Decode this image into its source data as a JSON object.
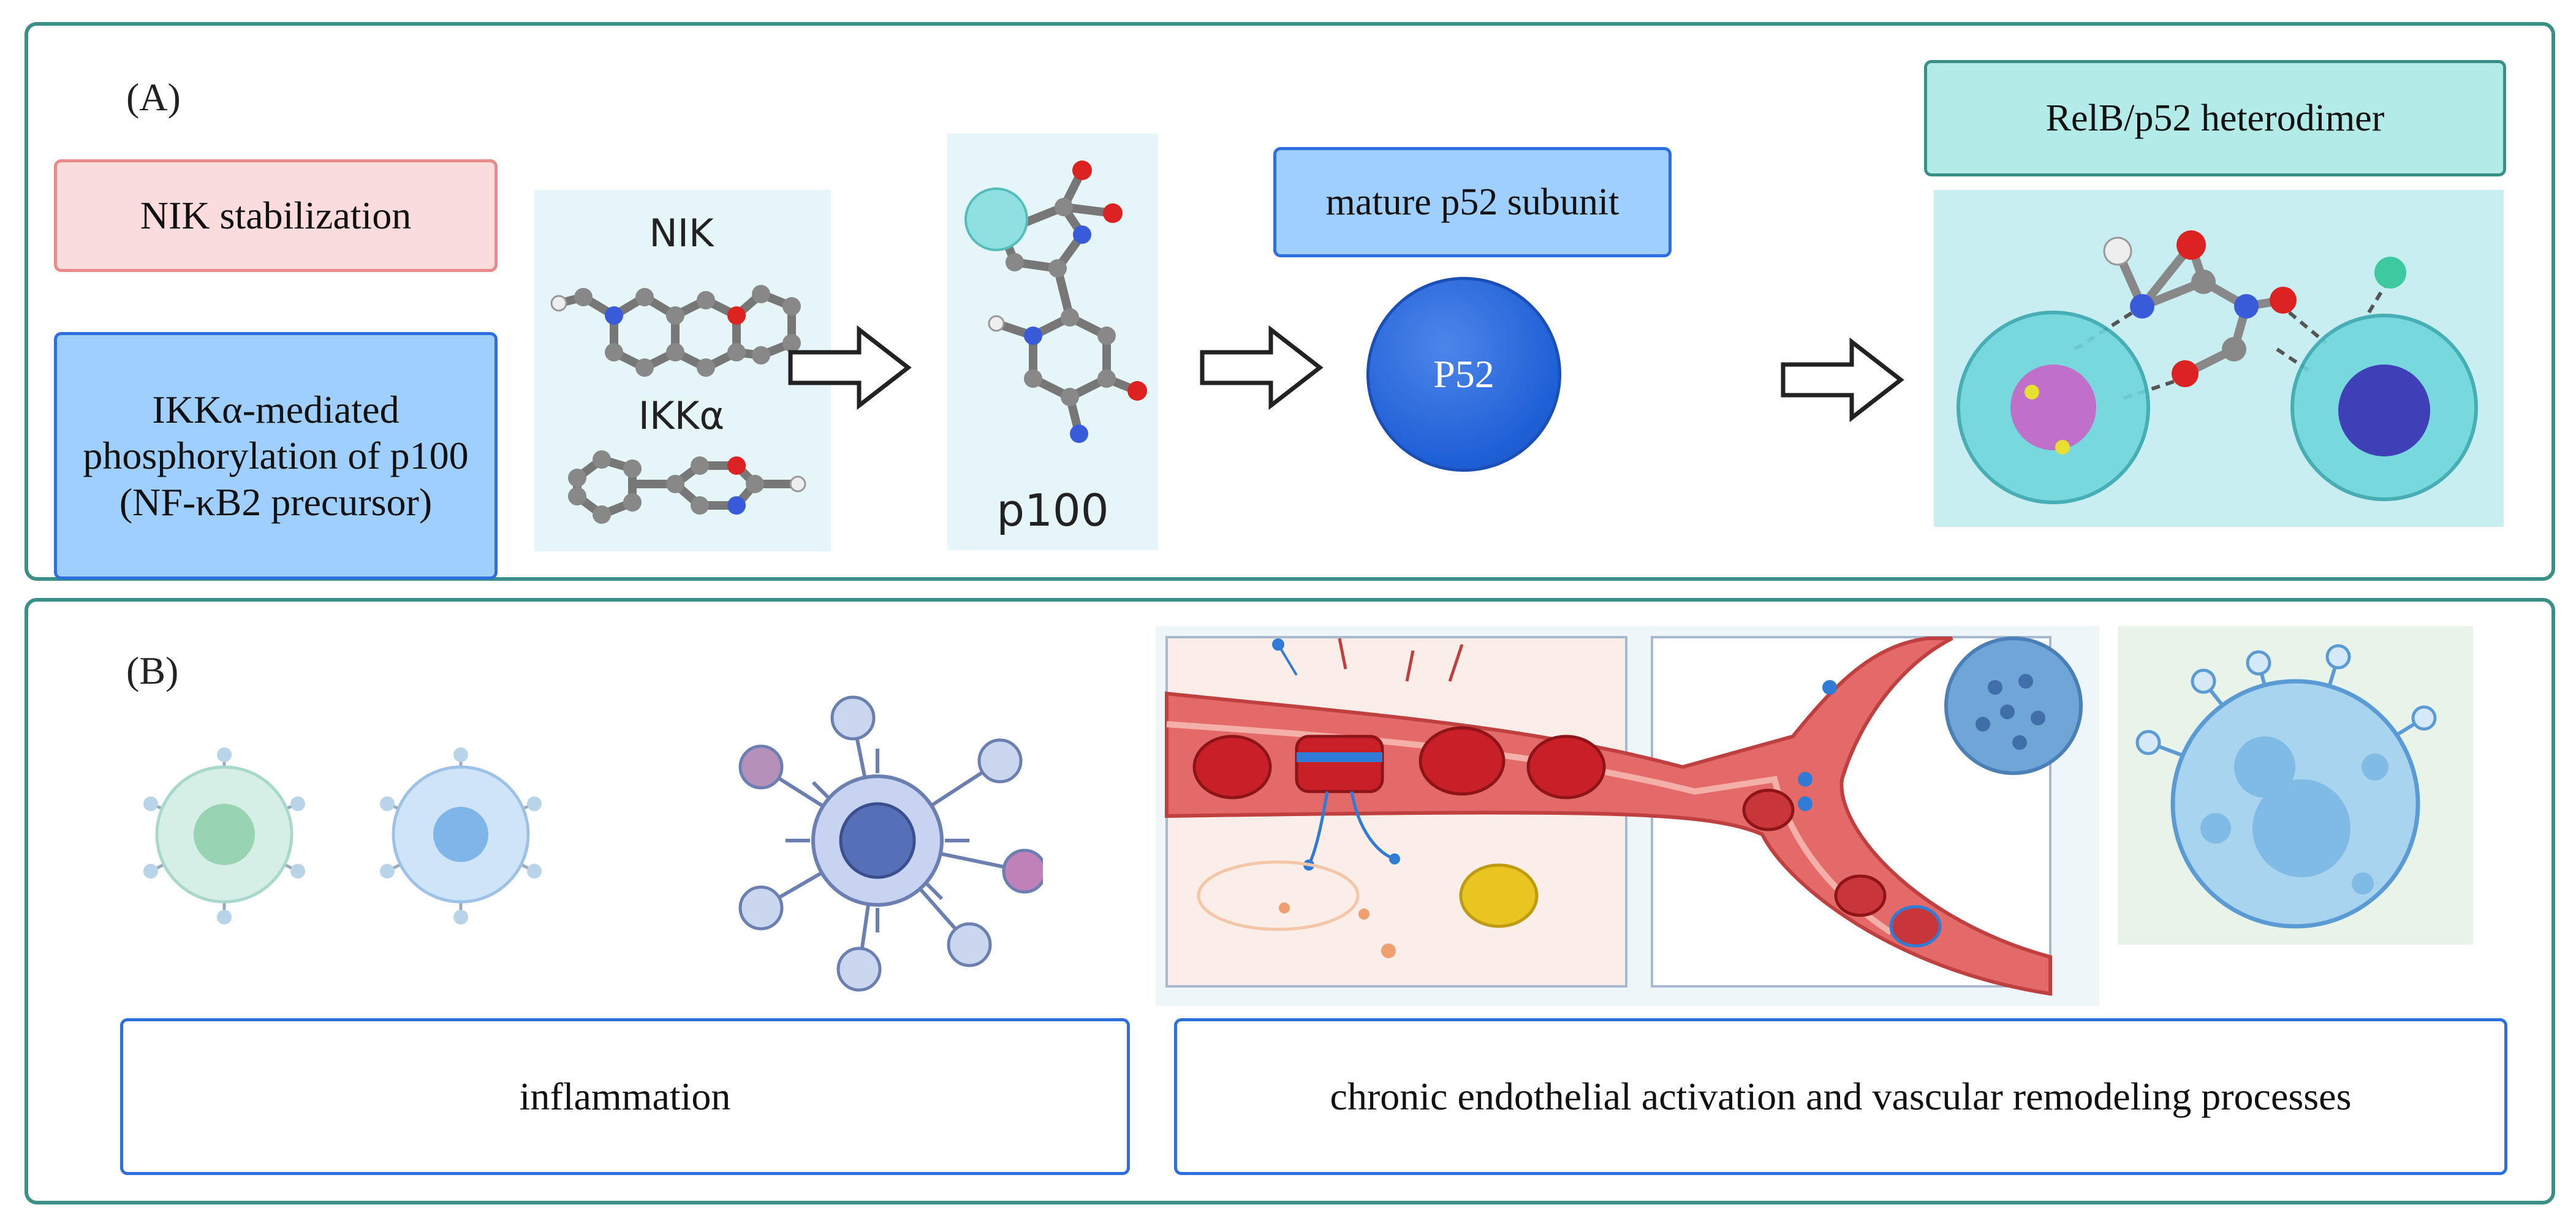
{
  "panel_a": {
    "label": "(A)",
    "nik_box": "NIK stabilization",
    "ikk_box": "IKKα-mediated phosphorylation of p100 (NF-κB2 precursor)",
    "molecule1_label_top": "NIK",
    "molecule1_label_bottom": "IKKα",
    "molecule2_label": "p100",
    "p52_box": "mature p52 subunit",
    "p52_circle": "P52",
    "relb_box": "RelB/p52 heterodimer"
  },
  "panel_b": {
    "label": "(B)",
    "inflammation_box": "inflammation",
    "vascular_box": "chronic endothelial activation and vascular remodeling processes"
  },
  "colors": {
    "panel_border": "#3a8f86",
    "blue_box": "#9fcfff",
    "pink_box": "#fadcdc",
    "teal_box": "#b3ebe8",
    "p52_circle": "#1f5fd6"
  }
}
